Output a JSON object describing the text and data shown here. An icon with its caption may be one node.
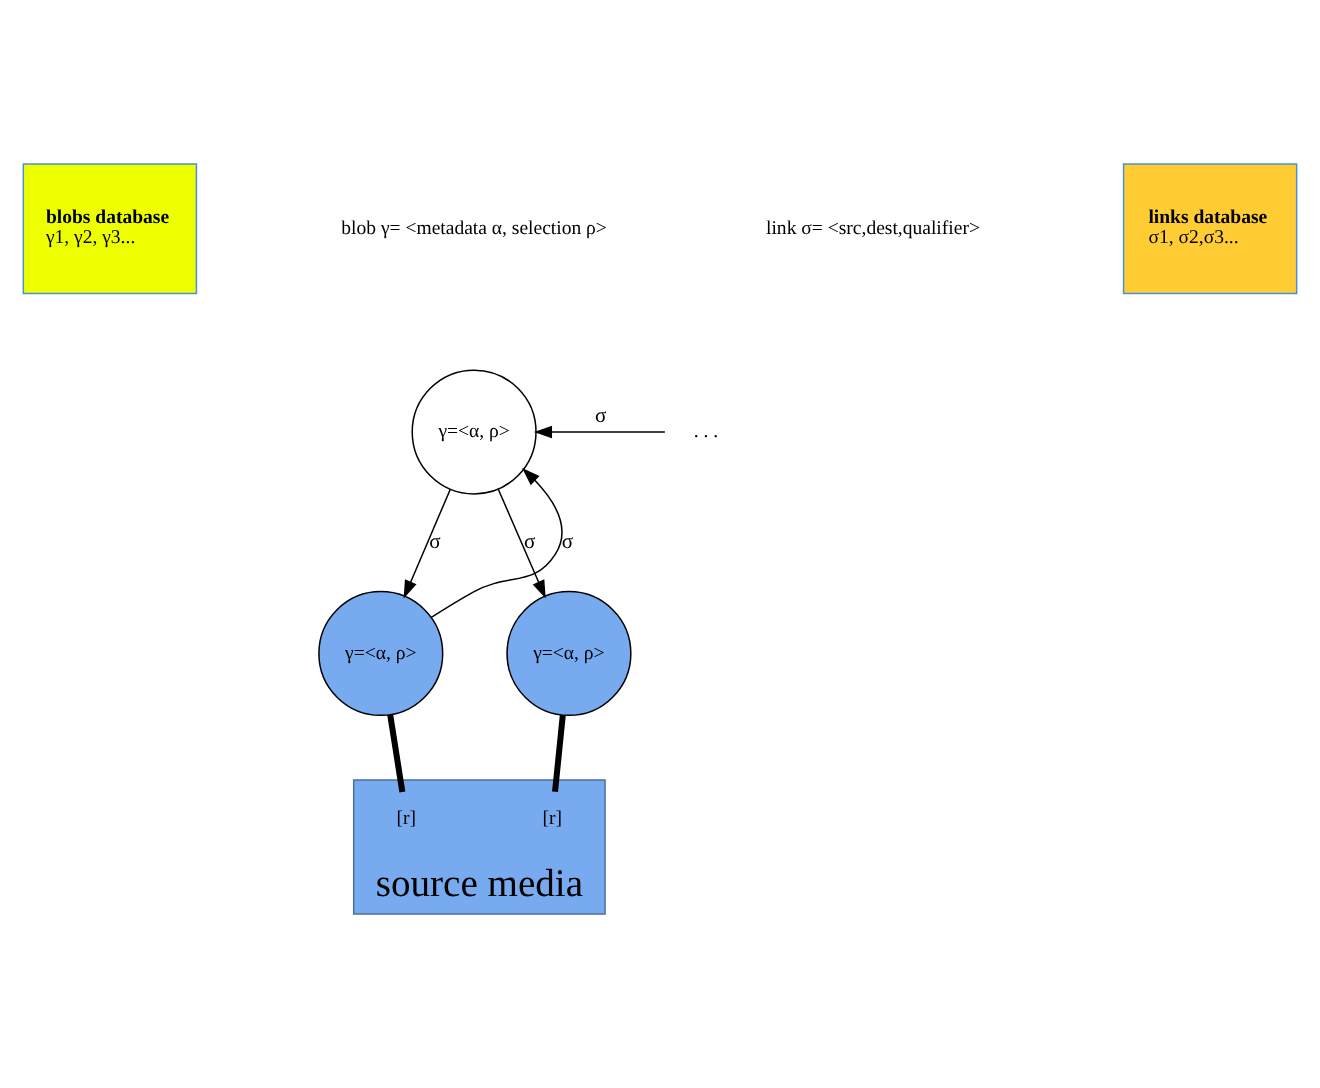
{
  "diagram": {
    "nodes": [
      {
        "text": [
          "blobs database",
          "γ1, γ2, γ3..."
        ]
      },
      {
        "text": [
          "links database",
          "σ1, σ2,σ3..."
        ]
      },
      {
        "text": [
          "γ=<α, ρ>"
        ]
      },
      {
        "text": [
          "γ=<α, ρ>"
        ]
      },
      {
        "text": [
          "γ=<α, ρ>"
        ]
      },
      {
        "text": [
          "source media"
        ]
      },
      {
        "text": [
          "[r]"
        ],
        "in": 5
      },
      {
        "text": [
          "[r]"
        ],
        "in": 5
      },
      {
        "text": [
          ". . ."
        ]
      }
    ],
    "edges": [
      {
        "from": 3,
        "to": 2,
        "arrow": "to",
        "label": "σ"
      },
      {
        "from": 2,
        "to": 3,
        "arrow": "to",
        "label": "σ"
      },
      {
        "from": 2,
        "to": 4,
        "arrow": "to",
        "label": "σ"
      },
      {
        "from": 8,
        "to": 2,
        "arrow": "to",
        "label": "σ"
      },
      {
        "from": 3,
        "to": 6,
        "arrow": "none",
        "style": "thick"
      },
      {
        "from": 4,
        "to": 7,
        "arrow": "none",
        "style": "thick"
      }
    ],
    "labels": [
      "blob γ= <metadata α, selection ρ>",
      "link σ= <src,dest,qualifier>"
    ]
  }
}
